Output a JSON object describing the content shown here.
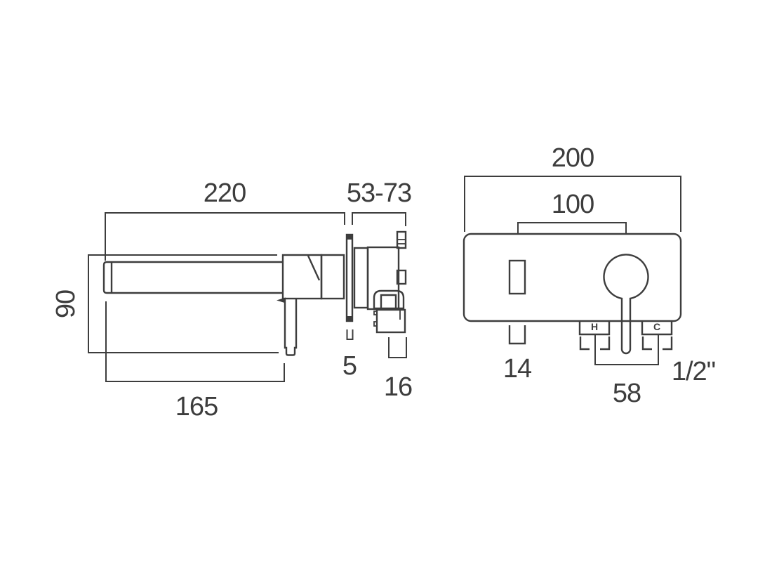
{
  "style": {
    "line_color": "#3d3d3d",
    "background": "#ffffff"
  },
  "side_view": {
    "dim_overall_length": "220",
    "dim_wall_depth_range": "53-73",
    "dim_height": "90",
    "dim_spout_projection": "165",
    "dim_plate_thickness": "5",
    "dim_outlet_connection": "16"
  },
  "front_view": {
    "dim_plate_width": "200",
    "dim_spout_to_handle": "100",
    "dim_spout_width": "14",
    "dim_inlet_spacing": "58",
    "dim_connection_size": "1/2\"",
    "label_hot": "H",
    "label_cold": "C"
  }
}
